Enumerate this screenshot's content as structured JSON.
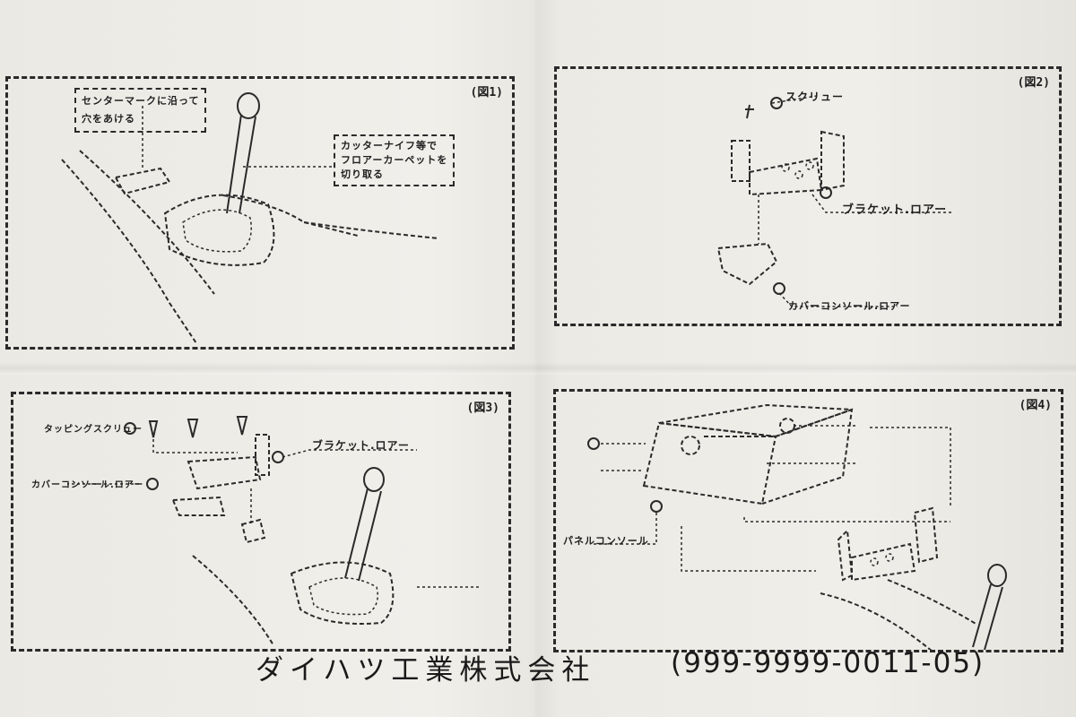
{
  "figures": [
    {
      "label": "(図1)",
      "callouts": [
        "センターマークに沿って\n穴をあける",
        "カッターナイフ等で\nフロアーカーペットを\n切り取る"
      ]
    },
    {
      "label": "(図2)",
      "callouts": [
        "スクリュー",
        "ブラケット.ロアー",
        "カバーコンソール.ロアー"
      ]
    },
    {
      "label": "(図3)",
      "callouts": [
        "タッピングスクリュー",
        "ブラケット.ロアー",
        "カバーコンソール.ロアー"
      ]
    },
    {
      "label": "(図4)",
      "callouts": [
        "パネルコンソール"
      ]
    }
  ],
  "footer": {
    "company": "ダイハツ工業株式会社",
    "part_number": "(999-9999-0011-05)"
  }
}
